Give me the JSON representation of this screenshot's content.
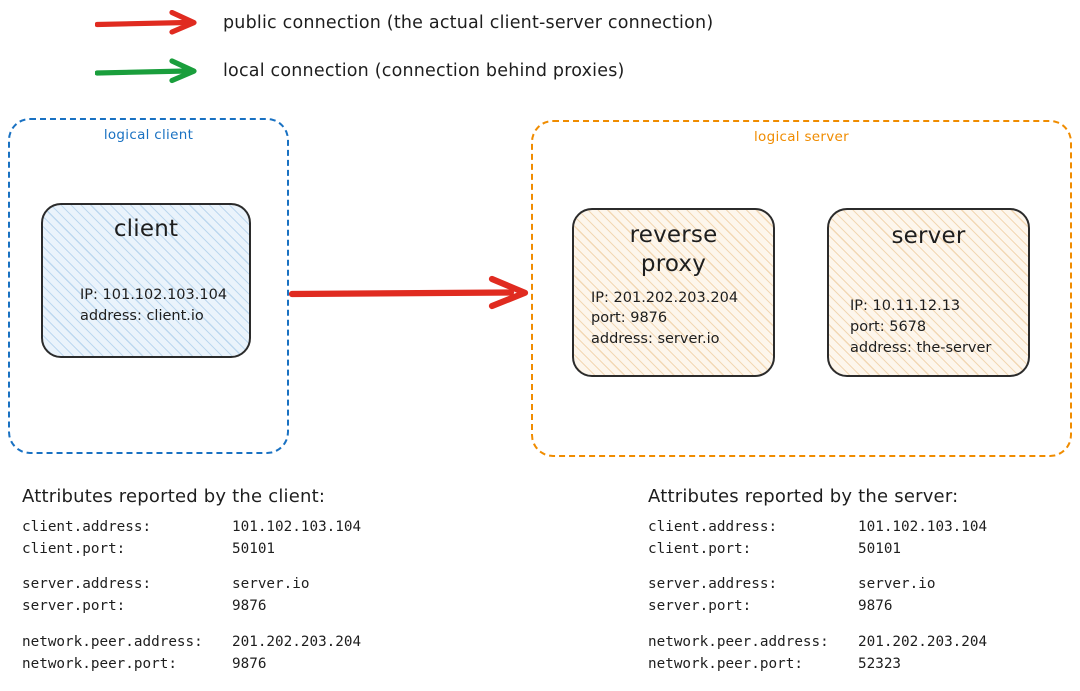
{
  "colors": {
    "public_arrow": "#e02b20",
    "local_arrow": "#1a9e3c",
    "logical_client_border": "#1971c2",
    "logical_server_border": "#f08c00",
    "node_border": "#2b2b2b",
    "client_fill": "#eaf3fb",
    "server_fill": "#fdf6ec"
  },
  "legend": {
    "items": [
      {
        "icon": "red-right-arrow-icon",
        "color": "#e02b20",
        "label": "public connection (the actual client-server connection)"
      },
      {
        "icon": "green-right-arrow-icon",
        "color": "#1a9e3c",
        "label": "local connection (connection behind proxies)"
      }
    ]
  },
  "diagram": {
    "logical_client": {
      "label": "logical client",
      "node": {
        "title": "client",
        "attrs": [
          "IP: 101.102.103.104",
          "address: client.io"
        ]
      }
    },
    "logical_server": {
      "label": "logical server",
      "nodes": [
        {
          "title": "reverse proxy",
          "attrs": [
            "IP: 201.202.203.204",
            "port: 9876",
            "address: server.io"
          ]
        },
        {
          "title": "server",
          "attrs": [
            "IP: 10.11.12.13",
            "port: 5678",
            "address: the-server"
          ]
        }
      ]
    },
    "connection_arrow": {
      "icon": "red-right-arrow-icon",
      "color": "#e02b20",
      "from": "logical client",
      "to": "logical server"
    }
  },
  "attribute_tables": [
    {
      "heading": "Attributes reported by the client:",
      "groups": [
        [
          {
            "key": "client.address:",
            "value": "101.102.103.104"
          },
          {
            "key": "client.port:",
            "value": "50101"
          }
        ],
        [
          {
            "key": "server.address:",
            "value": "server.io"
          },
          {
            "key": "server.port:",
            "value": "9876"
          }
        ],
        [
          {
            "key": "network.peer.address:",
            "value": "201.202.203.204"
          },
          {
            "key": "network.peer.port:",
            "value": "9876"
          }
        ]
      ]
    },
    {
      "heading": "Attributes reported by the server:",
      "groups": [
        [
          {
            "key": "client.address:",
            "value": "101.102.103.104"
          },
          {
            "key": "client.port:",
            "value": "50101"
          }
        ],
        [
          {
            "key": "server.address:",
            "value": "server.io"
          },
          {
            "key": "server.port:",
            "value": "9876"
          }
        ],
        [
          {
            "key": "network.peer.address:",
            "value": "201.202.203.204"
          },
          {
            "key": "network.peer.port:",
            "value": "52323"
          }
        ]
      ]
    }
  ]
}
